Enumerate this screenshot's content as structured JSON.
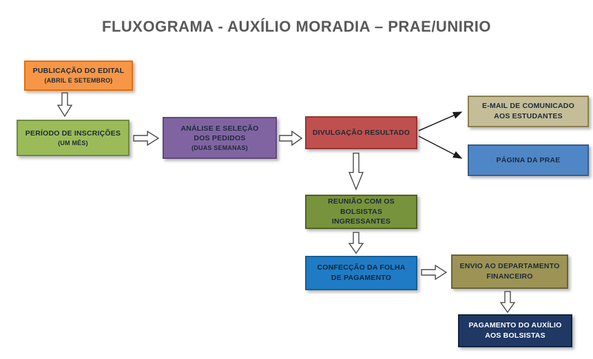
{
  "title": "FLUXOGRAMA - AUXÍLIO MORADIA – PRAE/UNIRIO",
  "title_color": "#595959",
  "nodes": {
    "edital": {
      "label": "PUBLICAÇÃO DO EDITAL",
      "sublabel": "(ABRIL E SETEMBRO)",
      "fill": "#F79646",
      "border": "#E46C0A",
      "text": "#1E2A3A"
    },
    "inscricoes": {
      "label": "PERÍODO DE INSCRIÇÕES",
      "sublabel": "(UM MÊS)",
      "fill": "#9BBB59",
      "border": "#71893F",
      "text": "#1E2A3A"
    },
    "analise": {
      "label": "ANÁLISE E SELEÇÃO DOS PEDIDOS",
      "sublabel": "(DUAS SEMANAS)",
      "fill": "#8064A2",
      "border": "#5F497A",
      "text": "#1E2A3A"
    },
    "divulgacao": {
      "label": "DIVULGAÇÃO RESULTADO",
      "fill": "#C0504D",
      "border": "#943634",
      "text": "#1E2A3A"
    },
    "email": {
      "label": "E-MAIL DE COMUNICADO AOS ESTUDANTES",
      "fill": "#C4BD97",
      "border": "#8A7F4F",
      "text": "#1E2A3A"
    },
    "pagina": {
      "label": "PÁGINA DA PRAE",
      "fill": "#4F86C6",
      "border": "#385D8A",
      "text": "#1E2A3A"
    },
    "reuniao": {
      "label": "REUNIÃO COM OS BOLSISTAS INGRESSANTES",
      "fill": "#77933C",
      "border": "#4F6228",
      "text": "#1E2A3A"
    },
    "folha": {
      "label": "CONFECÇÃO DA FOLHA DE PAGAMENTO",
      "fill": "#1F7BC4",
      "border": "#155E93",
      "text": "#10273F"
    },
    "envio": {
      "label": "ENVIO AO DEPARTAMENTO FINANCEIRO",
      "fill": "#9C9355",
      "border": "#69623A",
      "text": "#1E2A3A"
    },
    "pagamento": {
      "label": "PAGAMENTO DO AUXÍLIO AOS BOLSISTAS",
      "fill": "#1F3864",
      "border": "#10243E",
      "text": "#FFFFFF"
    }
  },
  "edges": [
    {
      "from": "PUBLICAÇÃO DO EDITAL",
      "to": "PERÍODO DE INSCRIÇÕES",
      "type": "block-arrow-down"
    },
    {
      "from": "PERÍODO DE INSCRIÇÕES",
      "to": "ANÁLISE E SELEÇÃO DOS PEDIDOS",
      "type": "block-arrow-right"
    },
    {
      "from": "ANÁLISE E SELEÇÃO DOS PEDIDOS",
      "to": "DIVULGAÇÃO RESULTADO",
      "type": "block-arrow-right"
    },
    {
      "from": "DIVULGAÇÃO RESULTADO",
      "to": "E-MAIL DE COMUNICADO AOS ESTUDANTES",
      "type": "line-arrow"
    },
    {
      "from": "DIVULGAÇÃO RESULTADO",
      "to": "PÁGINA DA PRAE",
      "type": "line-arrow"
    },
    {
      "from": "DIVULGAÇÃO RESULTADO",
      "to": "REUNIÃO COM OS BOLSISTAS INGRESSANTES",
      "type": "block-arrow-down"
    },
    {
      "from": "REUNIÃO COM OS BOLSISTAS INGRESSANTES",
      "to": "CONFECÇÃO DA FOLHA DE PAGAMENTO",
      "type": "block-arrow-down"
    },
    {
      "from": "CONFECÇÃO DA FOLHA DE PAGAMENTO",
      "to": "ENVIO AO DEPARTAMENTO FINANCEIRO",
      "type": "block-arrow-right"
    },
    {
      "from": "ENVIO AO DEPARTAMENTO FINANCEIRO",
      "to": "PAGAMENTO DO AUXÍLIO AOS BOLSISTAS",
      "type": "block-arrow-down"
    }
  ]
}
